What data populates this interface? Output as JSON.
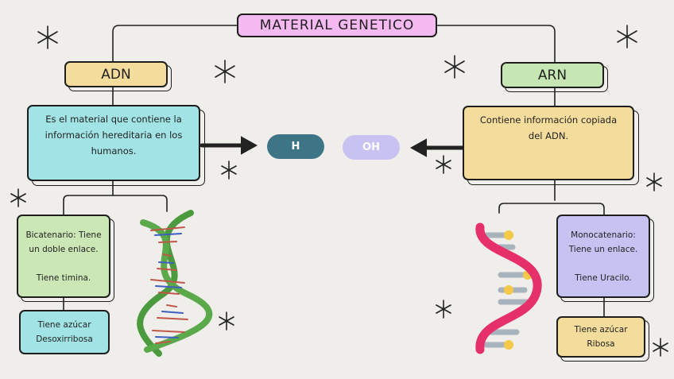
{
  "title": "MATERIAL GENETICO",
  "adn": {
    "header": "ADN",
    "description": "Es el material que contiene la información hereditaria en los humanos.",
    "detail": "Bicatenario: Tiene un doble enlace.\n\nTiene timina.",
    "sugar": "Tiene azúcar Desoxirribosa"
  },
  "arn": {
    "header": "ARN",
    "description": "Contiene información copiada del ADN.",
    "detail": "Monocatenario: Tiene un enlace.\n\nTiene Uracilo.",
    "sugar": "Tiene azúcar Ribosa"
  },
  "groups": {
    "h": "H",
    "oh": "OH"
  },
  "colors": {
    "title_bg": "#f5b9f1",
    "adn_header_bg": "#f3dc9c",
    "arn_header_bg": "#c6e6b4",
    "adn_desc_bg": "#a2e3e6",
    "arn_desc_bg": "#f3dc9c",
    "bicatenario_bg": "#cbe7b6",
    "monocatenario_bg": "#c6c3f2",
    "h_pill": "#3d7587",
    "oh_pill": "#c7c2f1"
  },
  "icons": [
    "sparkle-icon",
    "dna-double-helix-icon",
    "rna-single-strand-icon",
    "arrow-right-icon",
    "arrow-left-icon"
  ]
}
